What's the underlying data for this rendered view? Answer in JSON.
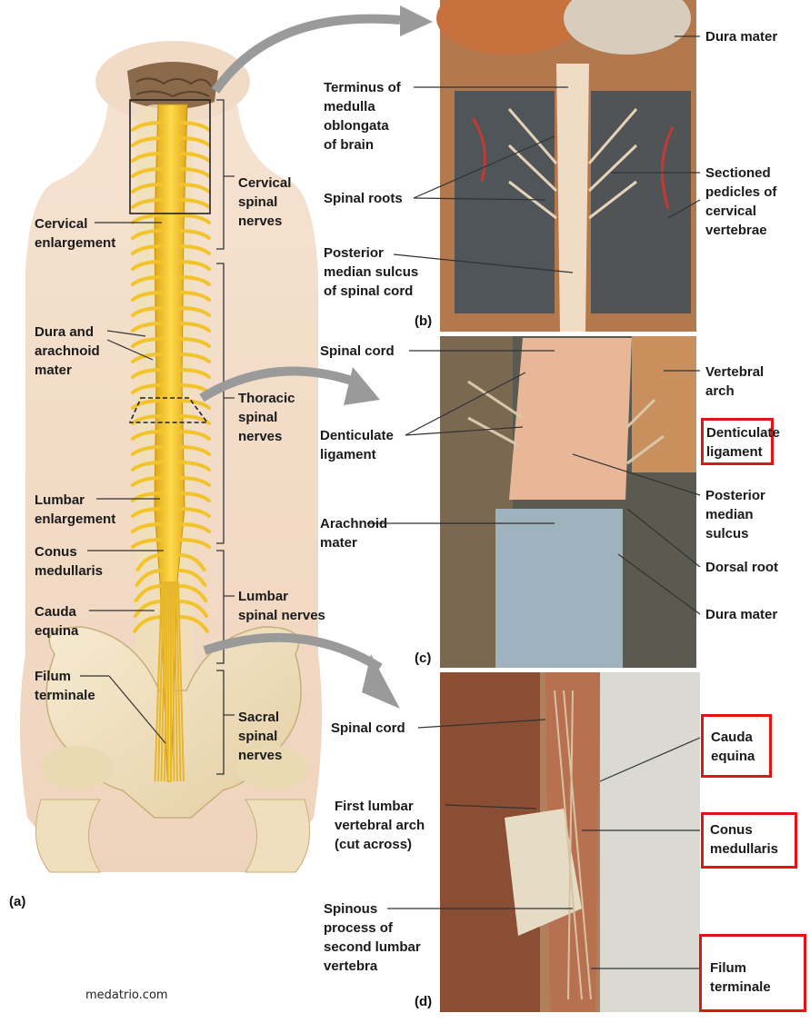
{
  "panel_a": {
    "letter": "(a)",
    "labels": {
      "cervical_spinal_nerves": "Cervical\nspinal\nnerves",
      "cervical_enlargement": "Cervical\nenlargement",
      "dura_arachnoid": "Dura and\narachnoid\nmater",
      "thoracic_spinal_nerves": "Thoracic\nspinal\nnerves",
      "lumbar_enlargement": "Lumbar\nenlargement",
      "conus_medullaris": "Conus\nmedullaris",
      "cauda_equina": "Cauda\nequina",
      "lumbar_spinal_nerves": "Lumbar\nspinal nerves",
      "filum_terminale": "Filum\nterminale",
      "sacral_spinal_nerves": "Sacral\nspinal\nnerves"
    }
  },
  "panel_b": {
    "letter": "(b)",
    "labels": {
      "dura_mater": "Dura mater",
      "terminus_medulla": "Terminus of\nmedulla\noblongata\nof brain",
      "spinal_roots": "Spinal roots",
      "sectioned_pedicles": "Sectioned\npedicles of\ncervical\nvertebrae",
      "posterior_median_sulcus": "Posterior\nmedian sulcus\nof spinal cord"
    }
  },
  "panel_c": {
    "letter": "(c)",
    "labels": {
      "spinal_cord": "Spinal cord",
      "vertebral_arch": "Vertebral\narch",
      "denticulate_ligament_left": "Denticulate\nligament",
      "denticulate_ligament_right": "Denticulate\nligament",
      "posterior_median_sulcus": "Posterior\nmedian\nsulcus",
      "arachnoid_mater": "Arachnoid\nmater",
      "dorsal_root": "Dorsal root",
      "dura_mater": "Dura mater"
    }
  },
  "panel_d": {
    "letter": "(d)",
    "labels": {
      "spinal_cord": "Spinal cord",
      "cauda_equina": "Cauda\nequina",
      "first_lumbar_arch": "First lumbar\nvertebral arch\n(cut across)",
      "conus_medullaris": "Conus\nmedullaris",
      "spinous_process": "Spinous\nprocess of\nsecond lumbar\nvertebra",
      "filum_terminale": "Filum\nterminale"
    }
  },
  "credit": "medatrio.com",
  "colors": {
    "cord": "#f2c32a",
    "skin": "#f3dcc6",
    "bone": "#efe0bd",
    "highlight_box": "#e21414",
    "arrow": "#9a9a9a"
  }
}
